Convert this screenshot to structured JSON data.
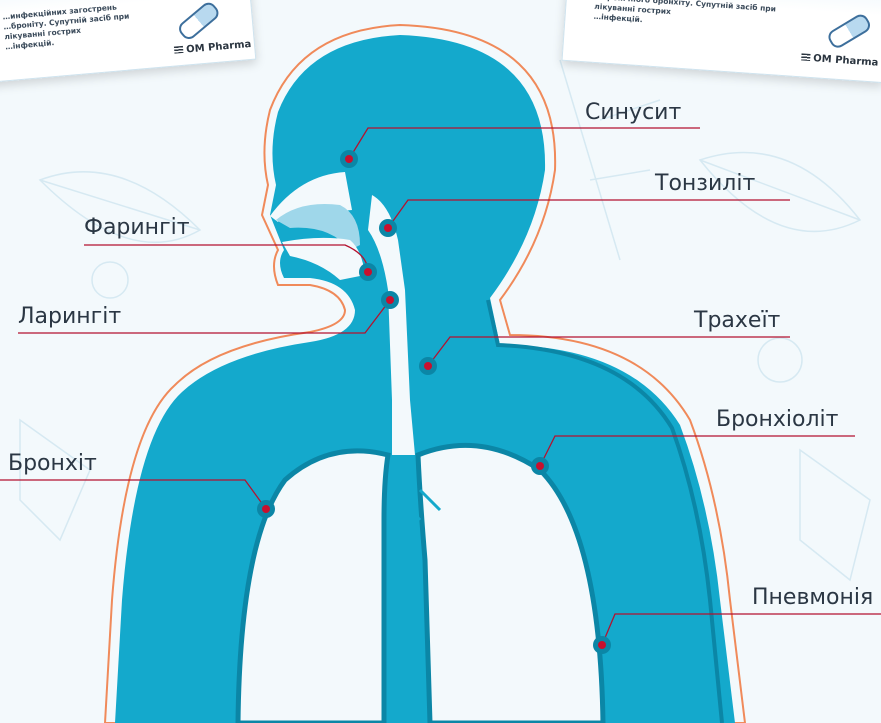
{
  "packages": [
    {
      "text_lines": [
        "…инфекційних загострень",
        "…броніту. Супутній засіб при лікуванні гострих",
        "…інфекцій."
      ],
      "brand": "OM Pharma"
    },
    {
      "text_lines": [
        "…хронічного бронхіту. Супутній засіб при лікуванні гострих",
        "…інфекцій."
      ],
      "brand": "OM Pharma"
    }
  ],
  "colors": {
    "body_fill": "#14a9cc",
    "body_dark": "#0b86a6",
    "outline": "#f08a5a",
    "marker": "#c8102e",
    "leader_line": "#b3122f"
  },
  "labels": {
    "sinusitis": "Синусит",
    "tonsillitis": "Тонзиліт",
    "pharyngitis": "Фарингіт",
    "laryngitis": "Ларингіт",
    "tracheitis": "Трахеїт",
    "bronchiolitis": "Бронхіоліт",
    "bronchitis": "Бронхіт",
    "pneumonia": "Пневмонія"
  }
}
